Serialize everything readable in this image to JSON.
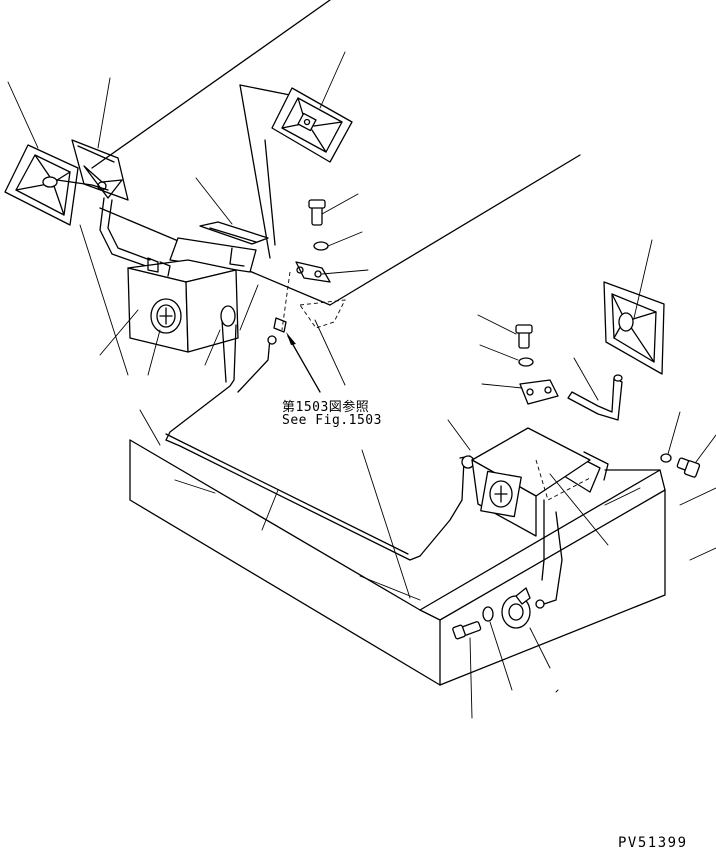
{
  "reference": {
    "japanese": "第1503図参照",
    "english": "See Fig.1503"
  },
  "drawing_code": "PV51399"
}
